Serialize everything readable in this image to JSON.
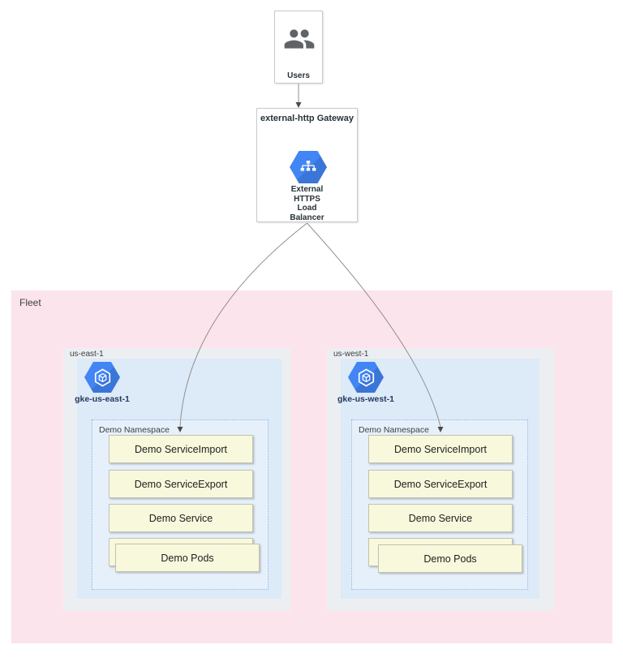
{
  "users": {
    "label": "Users"
  },
  "gateway": {
    "title": "external-http Gateway",
    "lb_label": "External\nHTTPS\nLoad\nBalancer"
  },
  "fleet": {
    "label": "Fleet"
  },
  "regions": [
    {
      "name": "us-east-1",
      "cluster": "gke-us-east-1",
      "namespace": {
        "label": "Demo Namespace",
        "items": [
          "Demo ServiceImport",
          "Demo ServiceExport",
          "Demo Service"
        ],
        "pods_label": "Demo Pods"
      }
    },
    {
      "name": "us-west-1",
      "cluster": "gke-us-west-1",
      "namespace": {
        "label": "Demo Namespace",
        "items": [
          "Demo ServiceImport",
          "Demo ServiceExport",
          "Demo Service"
        ],
        "pods_label": "Demo Pods"
      }
    }
  ],
  "colors": {
    "fleet_bg": "#fce4ec",
    "region_bg": "#eceff1",
    "zone_bg": "#ddeaf8",
    "namespace_bg": "#e6f0fb",
    "namespace_border": "#8fb3e0",
    "node_bg": "#f8f8dc",
    "node_border": "#c2c2b0",
    "hexagon_blue": "#4285f4",
    "hexagon_blue_dark": "#3a76d8",
    "connector": "#8f8f8f",
    "icon_gray": "#5f6368"
  }
}
